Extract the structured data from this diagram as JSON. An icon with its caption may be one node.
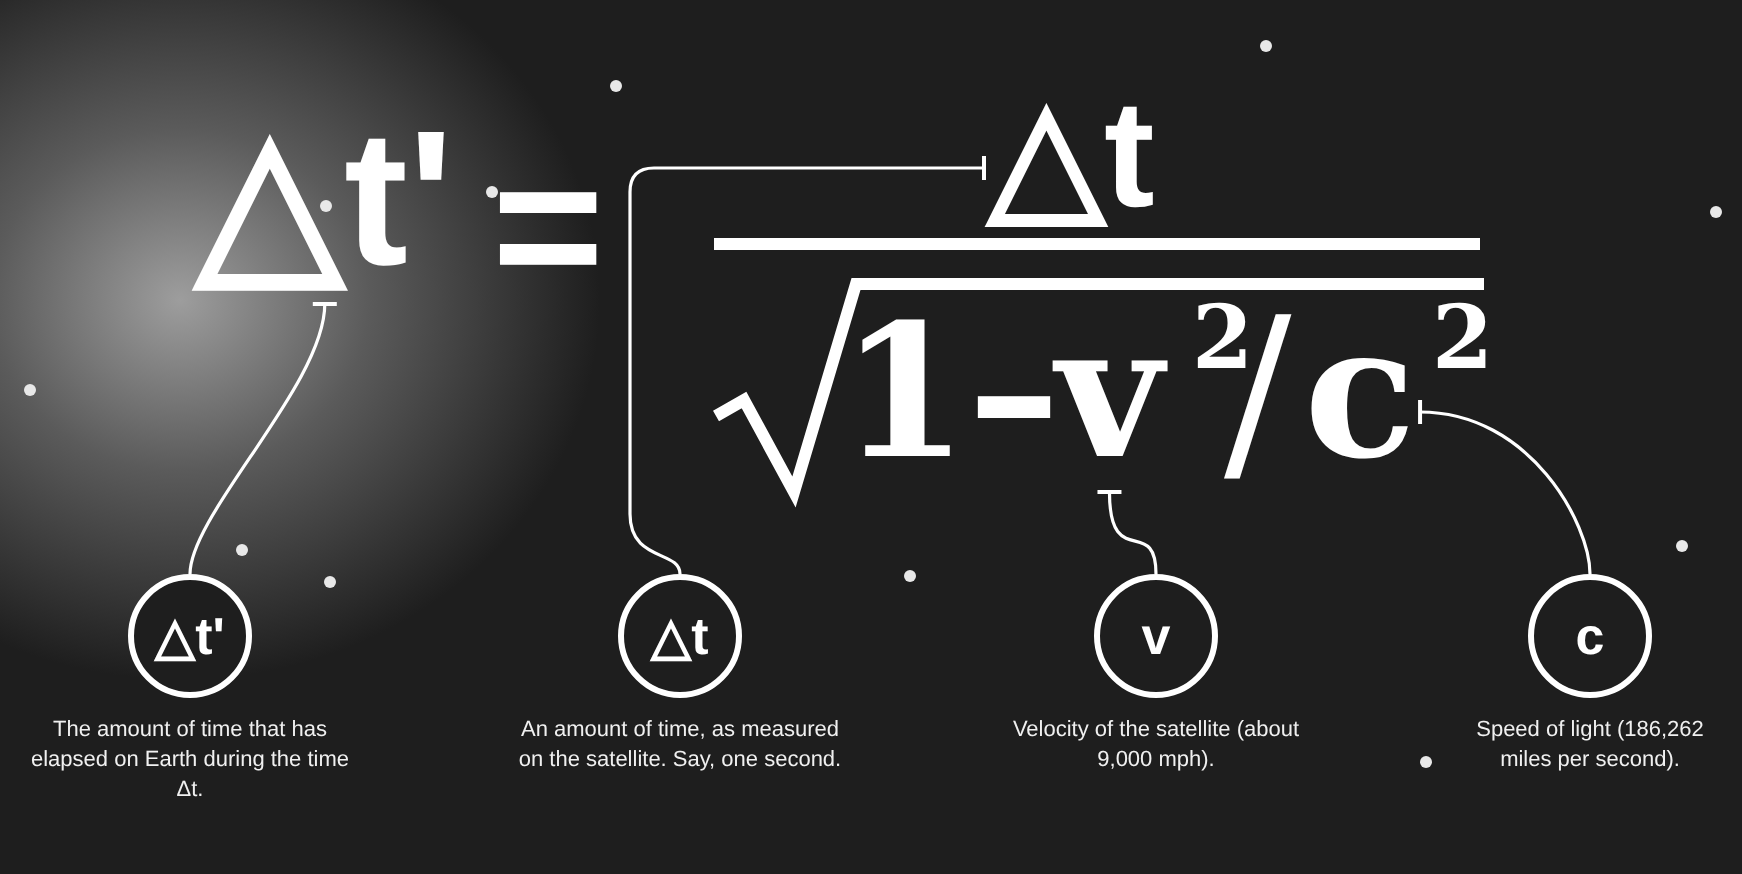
{
  "diagram": {
    "nodes": [
      {
        "text": [
          "△t'"
        ]
      },
      {
        "text": [
          "△t"
        ]
      },
      {
        "text": [
          "v"
        ]
      },
      {
        "text": [
          "c"
        ]
      },
      {
        "text": [
          "△t'"
        ],
        "beside": [
          "The amount of time that has elapsed on Earth during the time Δt."
        ]
      },
      {
        "text": [
          "△t"
        ],
        "beside": [
          "An amount of time, as measured on the satellite. Say, one second."
        ]
      },
      {
        "text": [
          "v"
        ],
        "beside": [
          "Velocity of the satellite (about 9,000 mph)."
        ]
      },
      {
        "text": [
          "c"
        ],
        "beside": [
          "Speed of light (186,262 miles per second)."
        ]
      }
    ],
    "edges": [
      {
        "from": 4,
        "to": 0,
        "arrow": "other"
      },
      {
        "from": 5,
        "to": 1,
        "arrow": "other"
      },
      {
        "from": 6,
        "to": 2,
        "arrow": "other"
      },
      {
        "from": 7,
        "to": 3,
        "arrow": "other"
      }
    ],
    "labels": [
      "=",
      "1–",
      "2",
      "/",
      "2"
    ]
  }
}
